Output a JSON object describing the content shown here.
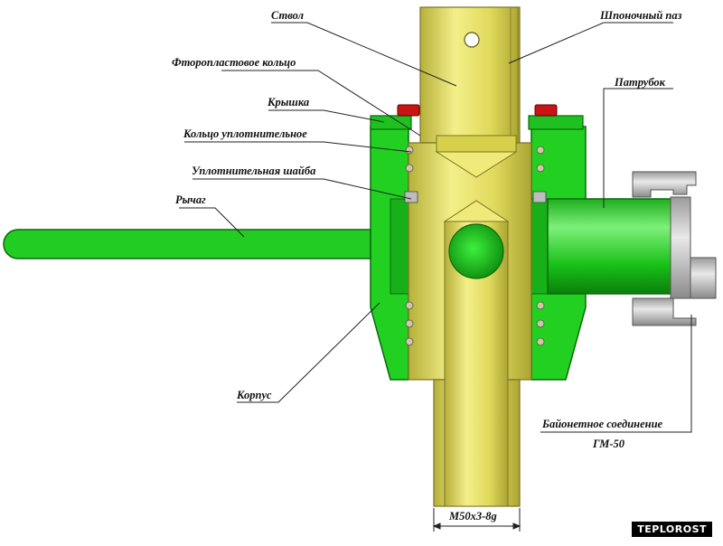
{
  "labels": {
    "barrel": "Ствол",
    "key_slot": "Шпоночный паз",
    "ptfe_ring": "Фторопластовое кольцо",
    "cover": "Крышка",
    "branch_pipe": "Патрубок",
    "seal_ring": "Кольцо уплотнительное",
    "seal_washer": "Уплотнительная шайба",
    "lever": "Рычаг",
    "body": "Корпус",
    "bayonet_line1": "Байонетное соединение",
    "bayonet_line2": "ГМ-50",
    "thread": "М50х3-8g"
  },
  "watermark": "TEPLOROST",
  "colors": {
    "body_green": "#21d321",
    "body_green_dark": "#0f8f10",
    "brass": "#dcd85a",
    "brass_dark": "#a8a233",
    "steel": "#c8c8c8",
    "bolt_red": "#c81414"
  }
}
